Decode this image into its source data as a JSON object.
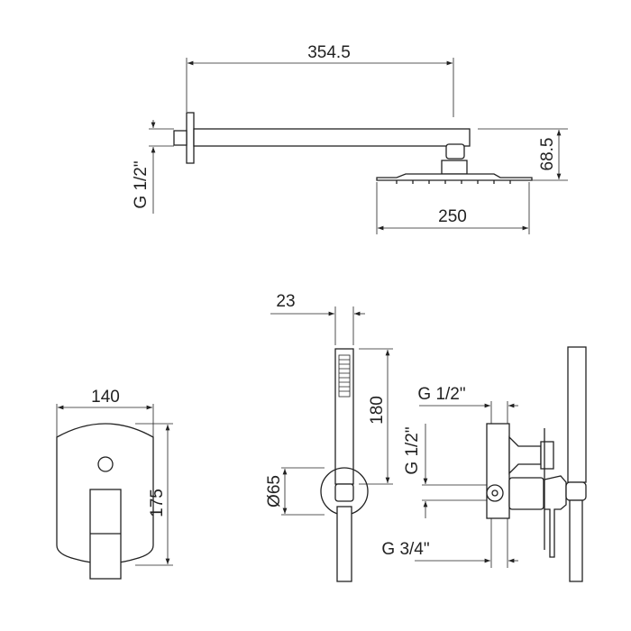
{
  "drawing": {
    "overhead_shower": {
      "arm_length": "354.5",
      "inlet_thread": "G 1/2\"",
      "head_height": "68.5",
      "head_width": "250"
    },
    "mixer_plate": {
      "width": "140",
      "height": "175"
    },
    "hand_shower": {
      "handle_width": "23",
      "length": "180",
      "wall_outlet_diameter": "Ø65"
    },
    "concealed_body": {
      "top_outlet": "G 1/2\"",
      "side_outlet": "G 1/2\"",
      "inlet": "G 3/4\""
    },
    "colors": {
      "line": "#222222",
      "background": "#ffffff"
    }
  }
}
